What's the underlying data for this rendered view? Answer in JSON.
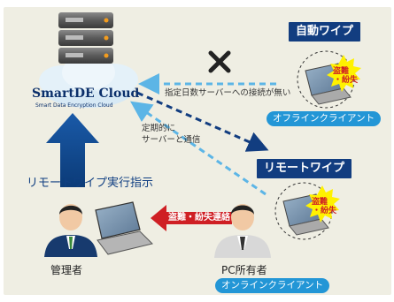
{
  "cloud_logo": {
    "line1": "SmartDE Cloud",
    "line2": "Smart Data Encryption Cloud"
  },
  "auto_wipe": {
    "badge": "自動ワイプ",
    "note": "指定日数サーバーへの接続が無い",
    "client_label": "オフラインクライアント"
  },
  "remote_wipe": {
    "badge": "リモートワイプ",
    "note_line1": "定期的に",
    "note_line2": "サーバーと通信",
    "client_label": "オンラインクライアント"
  },
  "remote_command": "リモートワイプ実行指示",
  "theft_starburst": {
    "line1": "盗難",
    "line2": "・紛失"
  },
  "report_arrow": "盗難・紛失連絡",
  "admin_label": "管理者",
  "owner_label": "PC所有者",
  "colors": {
    "navy": "#123d80",
    "light_blue": "#2396d6",
    "red": "#cf1f24",
    "starburst": "#fff200"
  }
}
